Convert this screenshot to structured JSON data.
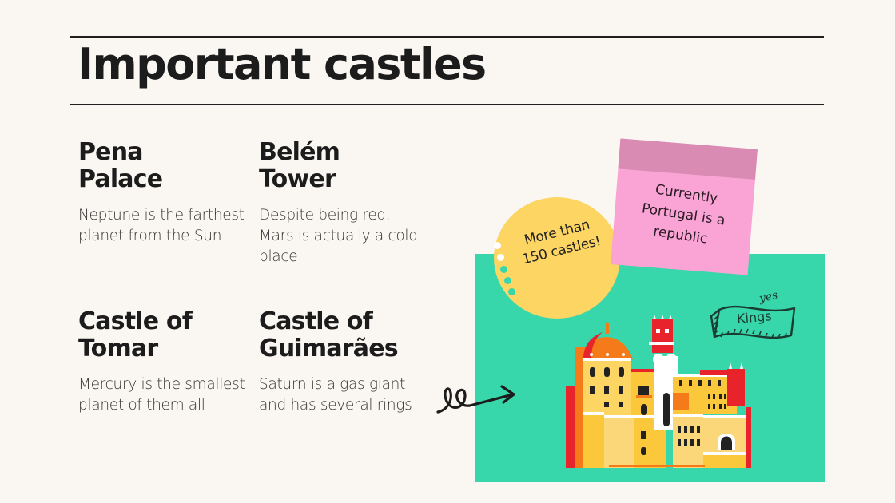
{
  "slide": {
    "title": "Important castles",
    "background_color": "#faf7f2",
    "accent_colors": {
      "green_panel": "#37d6ab",
      "yellow_bubble": "#fdd563",
      "sticky_note": "#f9a4d4",
      "sticky_band": "#d98bb4"
    }
  },
  "cards": [
    {
      "title": "Pena Palace",
      "title_line1": "Pena",
      "title_line2": "Palace",
      "body": "Neptune is the farthest planet from the Sun"
    },
    {
      "title": "Belém Tower",
      "title_line1": "Belém",
      "title_line2": "Tower",
      "body": "Despite being red, Mars is actually a cold place"
    },
    {
      "title": "Castle of Tomar",
      "title_line1": "Castle of",
      "title_line2": "Tomar",
      "body": "Mercury is the smallest planet of them all"
    },
    {
      "title": "Castle of Guimarães",
      "title_line1": "Castle of",
      "title_line2": "Guimarães",
      "body": "Saturn is a gas giant and has several rings"
    }
  ],
  "illustration": {
    "bubble_text_line1": "More than",
    "bubble_text_line2": "150 castles!",
    "sticky_text_line1": "Currently",
    "sticky_text_line2": "Portugal is a",
    "sticky_text_line3": "republic",
    "banner_text": "Kings",
    "banner_annotation": "yes",
    "icons": [
      "squiggle-arrow-icon",
      "castle-illustration",
      "ribbon-banner-icon"
    ]
  }
}
